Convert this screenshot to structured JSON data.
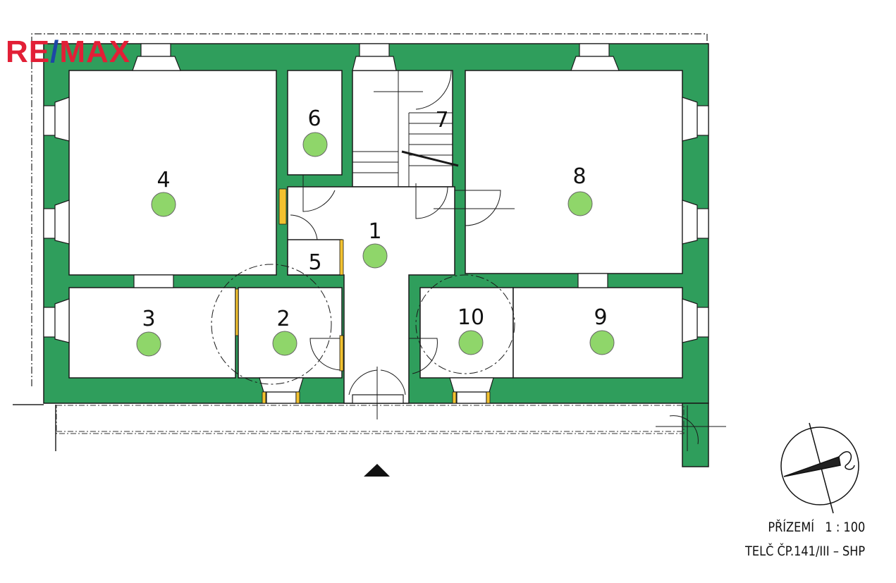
{
  "logo": {
    "left": "RE",
    "slash": "/",
    "right": "MAX"
  },
  "plan": {
    "floor_label": "PŘÍZEMÍ",
    "scale": "1 : 100",
    "building": "TELČ ČP.141/III – SHP",
    "rooms": [
      {
        "number": "1"
      },
      {
        "number": "2"
      },
      {
        "number": "3"
      },
      {
        "number": "4"
      },
      {
        "number": "5"
      },
      {
        "number": "6"
      },
      {
        "number": "7"
      },
      {
        "number": "8"
      },
      {
        "number": "9"
      },
      {
        "number": "10"
      }
    ]
  },
  "colors": {
    "wall": "#2f9e5c",
    "marker": "#8fd66a",
    "logo_red": "#e21f36",
    "logo_blue": "#1d47a6"
  }
}
